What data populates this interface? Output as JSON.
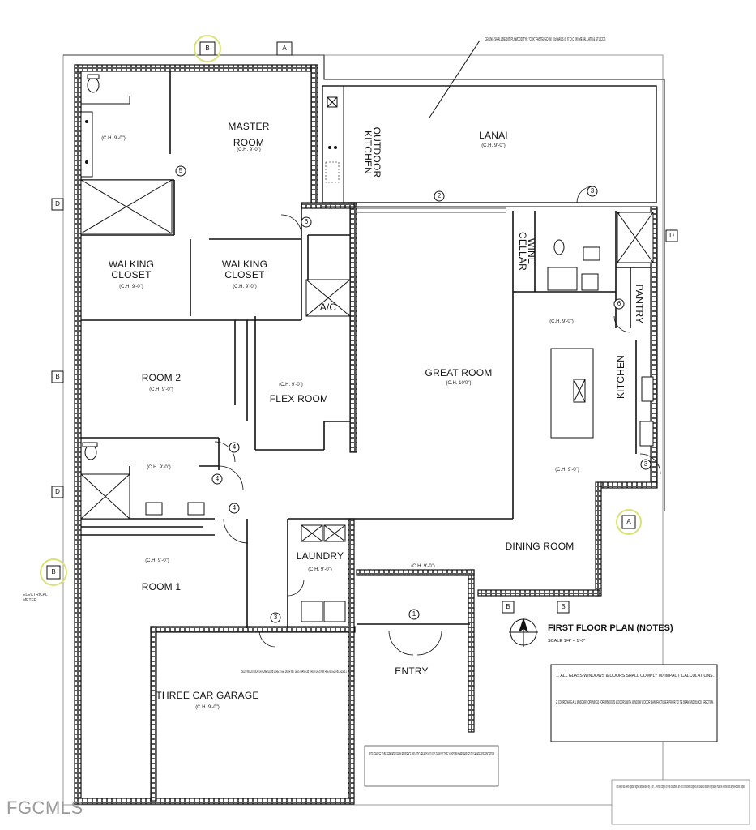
{
  "rooms": {
    "master": "MASTER\nROOM",
    "master_sub": "(C.H. 9'-0\")",
    "bath1_sub": "(C.H. 9'-0\")",
    "walk1": "WALKING\nCLOSET",
    "walk1_sub": "(C.H. 9'-0\")",
    "walk2": "WALKING\nCLOSET",
    "walk2_sub": "(C.H. 9'-0\")",
    "lanai": "LANAI",
    "lanai_sub": "(C.H. 9'-0\")",
    "outdoor_kitchen": "OUTDOOR\nKITCHEN",
    "wine_cellar": "WINE\nCELLAR",
    "pantry": "PANTRY",
    "kitchen": "KITCHEN",
    "kitchen_sub": "(C.H. 9'-0\")",
    "great_room": "GREAT ROOM",
    "great_sub": "(C.H. 10'0\")",
    "flex_room": "FLEX ROOM",
    "flex_sub": "(C.H. 9'-0\")",
    "room2": "ROOM 2",
    "room2_sub": "(C.H. 9'-0\")",
    "room1": "ROOM 1",
    "room1_sub": "(C.H. 9'-0\")",
    "laundry": "LAUNDRY",
    "laundry_sub": "(C.H. 9'-0\")",
    "dining_room": "DINING ROOM",
    "entry": "ENTRY",
    "garage": "THREE CAR GARAGE",
    "garage_sub": "(C.H. 9'-0\")",
    "ac": "A/C",
    "bath2_sub": "(C.H. 9'-0\")",
    "hall_sub": "(C.H. 9'-0\")",
    "dining_sub": "(C.H. 9'-0\")"
  },
  "tags": {
    "top_b": "B",
    "top_a": "A",
    "left_d1": "D",
    "left_b": "B",
    "left_d2": "D",
    "left_b2": "B",
    "right_d": "D",
    "right_a": "A",
    "bottom_b1": "B",
    "bottom_b2": "B"
  },
  "door_marks": [
    "1",
    "2",
    "3",
    "3",
    "3",
    "4",
    "4",
    "4",
    "5",
    "6",
    "6"
  ],
  "title": "FIRST FLOOR PLAN (NOTES)",
  "scale": "SCALE 1/4\" = 1'-0\"",
  "notes": [
    "1. ALL GLASS WINDOWS & DOORS SHALL COMPLY W/ IMPACT CALCULATIONS.",
    "2. COORDINATE ALL MASONRY OPENINGS FOR WINDOWS & DOORS WITH WINDOW & DOOR MANUFACTURER PRIOR TO TIE BEAM AND BLOCK ERECTION."
  ],
  "garage_note": "NOTE: GARAGE TO BE SEPARATED FROM RESIDENCE AND ATTIC AREA BY NOT LESS THAN 5/8\" TYPE X GYPSUM BOARD APPLIED TO GARAGE SIDE. FBC R302.6",
  "door_note": "SOLID WOOD DOOR OR HONEYCOMB CORE STEEL DOOR NOT LESS THAN 1-3/8\" THICK OR 20 MIN FIRE RATED. FBC R302.5.1",
  "ceiling_note": "CEILING SHALL BE 5/8\" PLYWOOD TYP. \"CDX\" FASTENED W/ 10d NAILS @ 6\" O.C. W/ METAL LATH & STUCCO.",
  "elec_meter": "ELECTRICAL\nMETER",
  "signature_note": "This item has been digitally signed and sealed by ... on ... Printed copies of this document are not considered signed and sealed and the signature must be verified on any electronic copies.",
  "watermark": "FGCMLS"
}
